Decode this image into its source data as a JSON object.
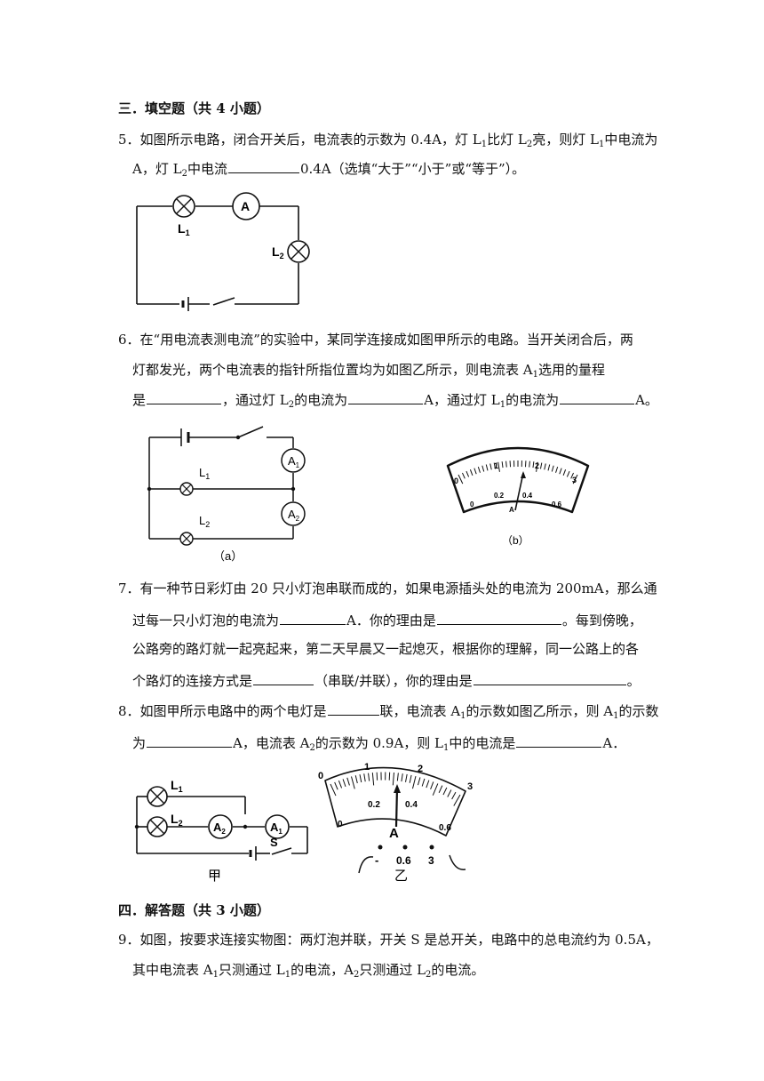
{
  "section3": {
    "title": "三．填空题（共 4 小题）"
  },
  "q5": {
    "l1a": "5．如图所示电路，闭合开关后，电流表的示数为 0.4A，灯 L",
    "l1b": "比灯 L",
    "l1c": "亮，则灯 L",
    "l1d": "中电流为",
    "l2a": "A，灯 L",
    "l2b": "中电流",
    "l2c": "0.4A（选填“大于”“小于”或“等于”）。",
    "fig": {
      "ammeter": "A",
      "lamp1": "L",
      "lamp2": "L",
      "sub1": "1",
      "sub2": "2"
    }
  },
  "q6": {
    "l1": "6．在“用电流表测电流”的实验中，某同学连接成如图甲所示的电路。当开关闭合后，两",
    "l2a": "灯都发光，两个电流表的指针所指位置均为如图乙所示，则电流表 A",
    "l2b": "选用的量程",
    "l3a": "是",
    "l3b": "，通过灯 L",
    "l3c": "的电流为",
    "l3d": "A，通过灯 L",
    "l3e": "的电流为",
    "l3f": "A。",
    "figA": {
      "lamp1": "L",
      "lamp2": "L",
      "a1": "A",
      "a2": "A",
      "sub1": "1",
      "sub2": "2",
      "caption": "（a）"
    },
    "figB": {
      "outer": [
        "0",
        "1",
        "2",
        "3"
      ],
      "inner": [
        "0",
        "0.2",
        "0.4",
        "0.6"
      ],
      "unit": "A",
      "caption": "（b）"
    }
  },
  "q7": {
    "l1": "7．有一种节日彩灯由 20 只小灯泡串联而成的，如果电源插头处的电流为 200mA，那么通",
    "l2a": "过每一只小灯泡的电流为",
    "l2b": "A．你的理由是",
    "l2c": "。每到傍晚，",
    "l3": "公路旁的路灯就一起亮起来，第二天早晨又一起熄灭，根据你的理解，同一公路上的各",
    "l4a": "个路灯的连接方式是",
    "l4b": "（串联/并联），你的理由是",
    "l4c": "。"
  },
  "q8": {
    "l1a": "8．如图甲所示电路中的两个电灯是",
    "l1b": "联，电流表 A",
    "l1c": "的示数如图乙所示，则 A",
    "l1d": "的示数",
    "l2a": "为",
    "l2b": "A，电流表 A",
    "l2c": "的示数为 0.9A，则 L",
    "l2d": "中的电流是",
    "l2e": "A．",
    "figJia": {
      "lamp1": "L",
      "lamp2": "L",
      "a1": "A",
      "a2": "A",
      "switch": "S",
      "sub1": "1",
      "sub2": "2",
      "caption": "甲"
    },
    "figYi": {
      "outer": [
        "0",
        "1",
        "2",
        "3"
      ],
      "inner": [
        "0",
        "0.2",
        "0.4",
        "0.6"
      ],
      "unit": "A",
      "terminals": [
        "-",
        "0.6",
        "3"
      ],
      "caption": "乙"
    }
  },
  "section4": {
    "title": "四．解答题（共 3 小题）"
  },
  "q9": {
    "l1": "9．如图，按要求连接实物图：两灯泡并联，开关 S 是总开关，电路中的总电流约为 0.5A，",
    "l2a": "其中电流表 A",
    "l2b": "只测通过 L",
    "l2c": "的电流，A",
    "l2d": "只测通过 L",
    "l2e": "的电流。"
  },
  "common": {
    "s1": "1",
    "s2": "2"
  }
}
